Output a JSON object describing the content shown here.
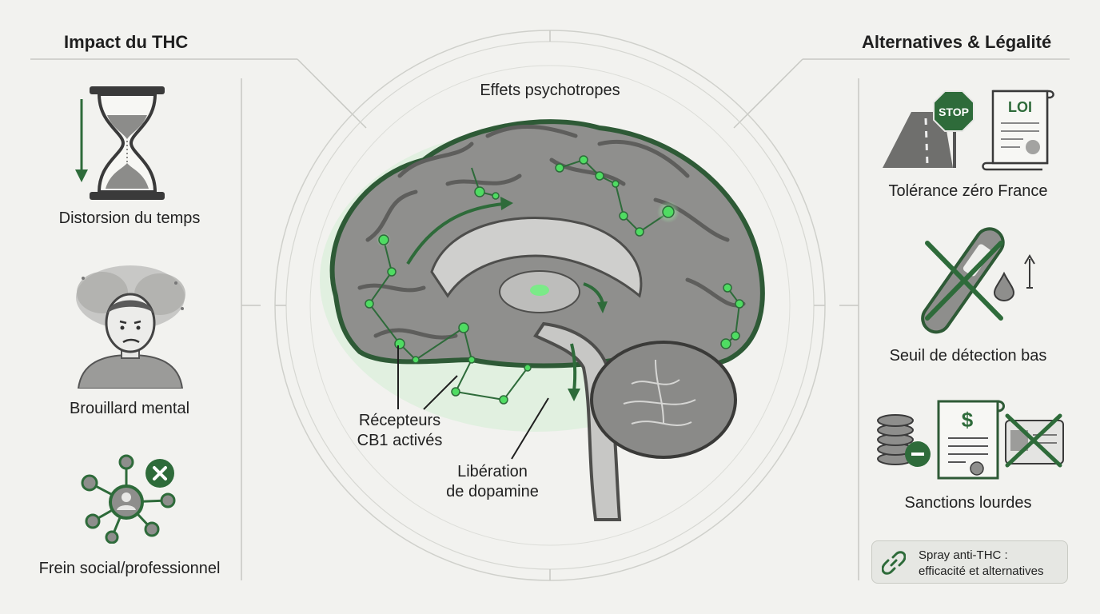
{
  "left_panel": {
    "heading": "Impact du THC",
    "items": [
      {
        "label": "Distorsion du temps",
        "icon": "hourglass-icon"
      },
      {
        "label": "Brouillard mental",
        "icon": "foggy-head-icon"
      },
      {
        "label": "Frein social/professionnel",
        "icon": "social-network-blocked-icon"
      }
    ]
  },
  "center": {
    "top_label": "Effets psychotropes",
    "callouts": {
      "receptors": "Récepteurs\nCB1 activés",
      "receptors_line1": "Récepteurs",
      "receptors_line2": "CB1 activés",
      "dopamine_line1": "Libération",
      "dopamine_line2": "de dopamine"
    }
  },
  "right_panel": {
    "heading": "Alternatives & Légalité",
    "items": [
      {
        "label": "Tolérance zéro France",
        "icon": "road-stop-law-icon",
        "stop_text": "STOP",
        "law_text": "LOI"
      },
      {
        "label": "Seuil de détection bas",
        "icon": "crossed-test-strip-icon"
      },
      {
        "label": "Sanctions lourdes",
        "icon": "fine-coins-license-icon",
        "currency": "$"
      }
    ],
    "link_box": {
      "line1": "Spray anti-THC :",
      "line2": "efficacité et alternatives",
      "icon": "chain-link-icon"
    }
  },
  "colors": {
    "accent": "#2e6b3a",
    "glow": "#3ddc55",
    "gray": "#8a8a8a",
    "dark": "#3a3a3a"
  }
}
